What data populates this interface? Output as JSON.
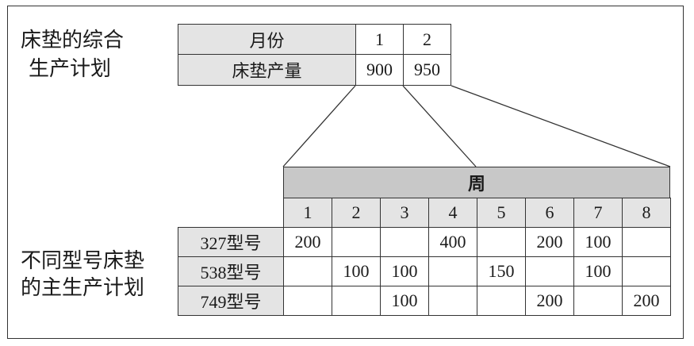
{
  "top": {
    "label_line1": "床垫的综合",
    "label_line2": "生产计划",
    "month_header": "月份",
    "product_header": "床垫产量",
    "months": [
      "1",
      "2"
    ],
    "quantities": [
      "900",
      "950"
    ]
  },
  "bottom": {
    "label_line1": "不同型号床垫",
    "label_line2": "的主生产计划",
    "week_header": "周",
    "weeks": [
      "1",
      "2",
      "3",
      "4",
      "5",
      "6",
      "7",
      "8"
    ],
    "rows": [
      {
        "model": "327型号",
        "values": [
          "200",
          "",
          "",
          "400",
          "",
          "200",
          "100",
          ""
        ]
      },
      {
        "model": "538型号",
        "values": [
          "",
          "100",
          "100",
          "",
          "150",
          "",
          "100",
          ""
        ]
      },
      {
        "model": "749型号",
        "values": [
          "",
          "",
          "100",
          "",
          "",
          "200",
          "",
          "200"
        ]
      }
    ]
  }
}
